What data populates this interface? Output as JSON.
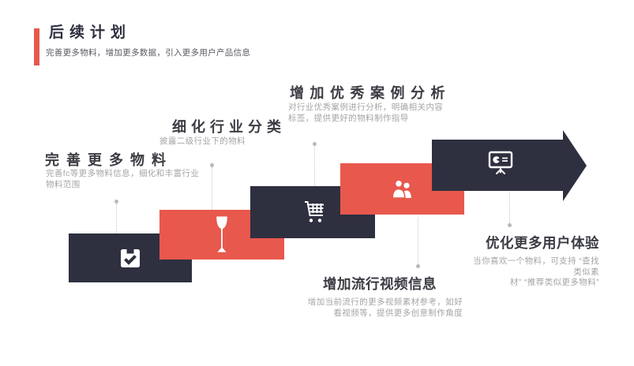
{
  "slide": {
    "title": "后续计划",
    "subtitle": "完善更多物料，增加更多数据，引入更多用户产品信息",
    "colors": {
      "red": "#e8584d",
      "navy": "#2e3040",
      "title_text": "#2e3040",
      "section_title_text": "#3b3c43",
      "desc_text": "#a5a5a6"
    }
  },
  "steps": [
    {
      "label": "完善更多物料",
      "desc": "完善fc等更多物料信息，细化和丰富行业\n物料范围",
      "icon": "ballot-check-icon",
      "block_color": "navy"
    },
    {
      "label": "细化行业分类",
      "desc": "披露二级行业下的物料",
      "icon": "wine-glass-icon",
      "block_color": "red"
    },
    {
      "label": "增加优秀案例分析",
      "desc": "对行业优秀案例进行分析，明确相关内容\n标签，提供更好的物料制作指导",
      "icon": "shopping-cart-icon",
      "block_color": "navy"
    },
    {
      "label": "增加流行视频信息",
      "desc": "增加当前流行的更多视频素材参考，如好\n看视频等，提供更多创意制作角度",
      "icon": "users-icon",
      "block_color": "red"
    },
    {
      "label": "优化更多用户体验",
      "desc": "当你喜欢一个物料，可支持 “查找类似素\n材” “推荐类似更多物料”",
      "icon": "presentation-board-icon",
      "block_color": "navy-arrow"
    }
  ]
}
